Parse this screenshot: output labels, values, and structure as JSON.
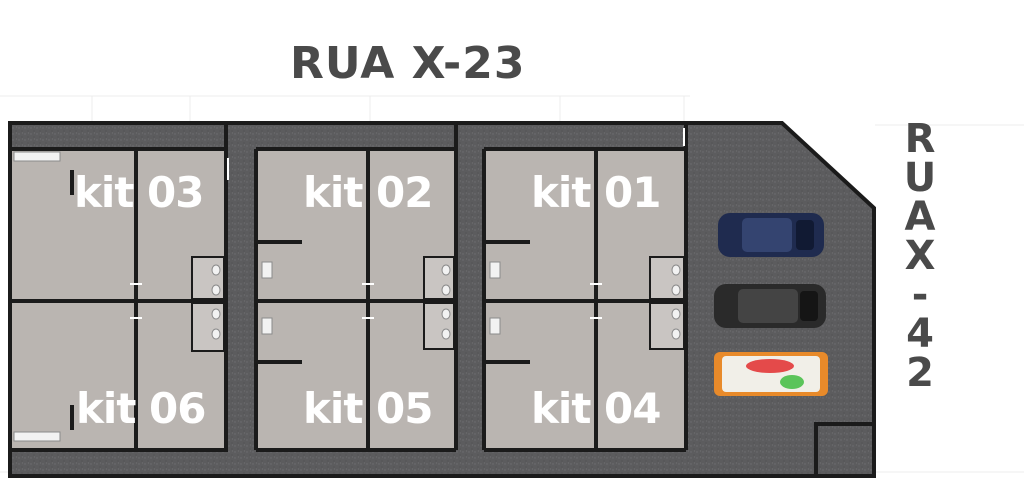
{
  "streets": {
    "top": "RUA X-23",
    "right": [
      "R",
      "U",
      "A",
      "X",
      "-",
      "4",
      "2"
    ]
  },
  "units": [
    {
      "label": "kit 03"
    },
    {
      "label": "kit 02"
    },
    {
      "label": "kit 01"
    },
    {
      "label": "kit 06"
    },
    {
      "label": "kit 05"
    },
    {
      "label": "kit 04"
    }
  ],
  "vehicles": [
    {
      "kind": "car",
      "color": "#1f2b4f"
    },
    {
      "kind": "car",
      "color": "#2a2a2a"
    },
    {
      "kind": "van",
      "color": "#e88a2a"
    }
  ],
  "colors": {
    "paving": "#5e5e60",
    "floor": "#b9b4b0",
    "wall": "#1b1b1b",
    "grid": "#e6e6e6"
  }
}
